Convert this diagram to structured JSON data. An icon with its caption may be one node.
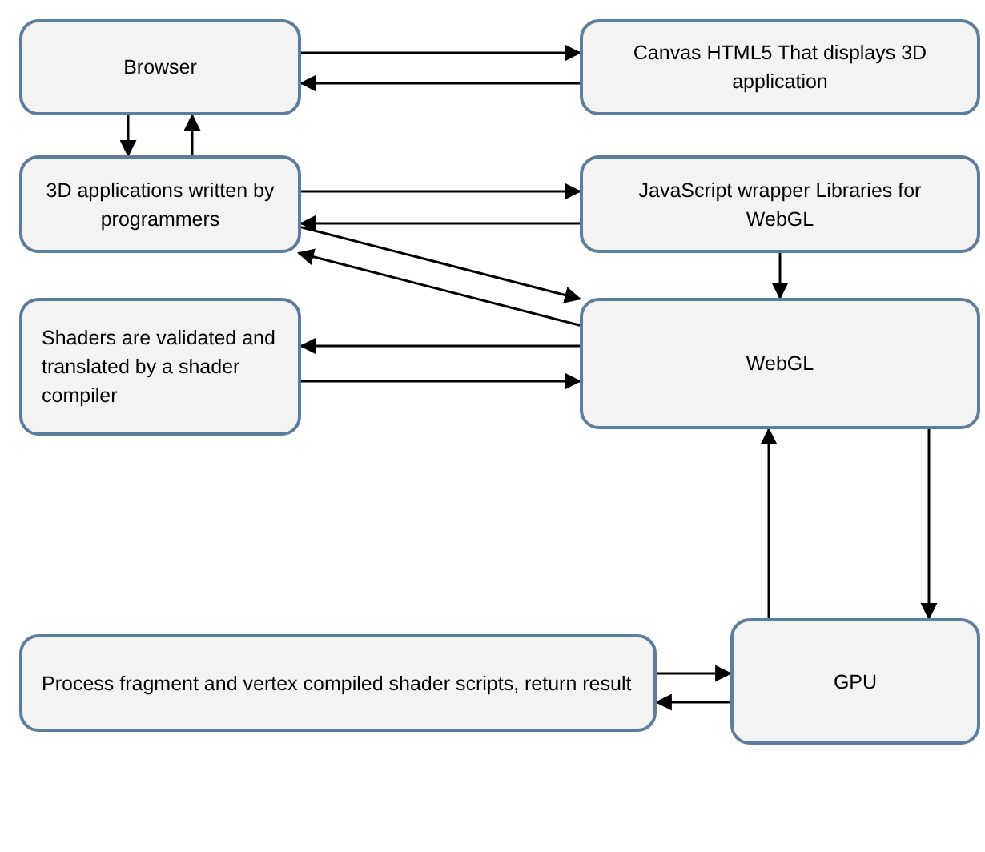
{
  "diagram": {
    "nodes": [
      {
        "text": [
          "Browser"
        ]
      },
      {
        "text": [
          "Canvas HTML5 That displays 3D application"
        ]
      },
      {
        "text": [
          "3D applications written by programmers"
        ]
      },
      {
        "text": [
          "JavaScript wrapper Libraries for WebGL"
        ]
      },
      {
        "text": [
          "Shaders are validated and translated by a shader compiler"
        ]
      },
      {
        "text": [
          "WebGL"
        ]
      },
      {
        "text": [
          "Process fragment and vertex compiled shader scripts, return result"
        ]
      },
      {
        "text": [
          "GPU"
        ]
      }
    ],
    "edges": [
      {
        "from": 0,
        "to": 1,
        "arrow": "to"
      },
      {
        "from": 1,
        "to": 0,
        "arrow": "to"
      },
      {
        "from": 0,
        "to": 2,
        "arrow": "to"
      },
      {
        "from": 2,
        "to": 0,
        "arrow": "to"
      },
      {
        "from": 2,
        "to": 3,
        "arrow": "to"
      },
      {
        "from": 3,
        "to": 2,
        "arrow": "to"
      },
      {
        "from": 2,
        "to": 5,
        "arrow": "to"
      },
      {
        "from": 5,
        "to": 2,
        "arrow": "to"
      },
      {
        "from": 3,
        "to": 5,
        "arrow": "to"
      },
      {
        "from": 5,
        "to": 4,
        "arrow": "to"
      },
      {
        "from": 4,
        "to": 5,
        "arrow": "to"
      },
      {
        "from": 7,
        "to": 5,
        "arrow": "to"
      },
      {
        "from": 5,
        "to": 7,
        "arrow": "to"
      },
      {
        "from": 6,
        "to": 7,
        "arrow": "to"
      },
      {
        "from": 7,
        "to": 6,
        "arrow": "to"
      }
    ]
  }
}
